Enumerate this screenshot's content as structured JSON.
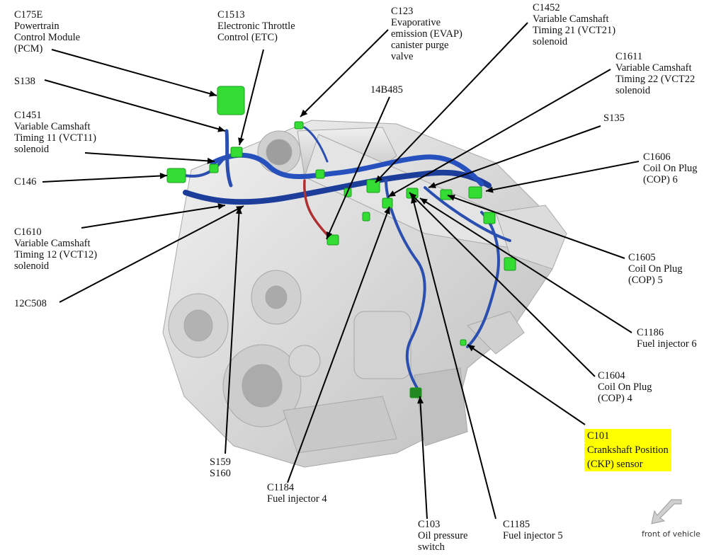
{
  "labels": [
    {
      "id": "c175e",
      "lines": [
        "C175E",
        "Powertrain",
        "Control Module",
        "(PCM)"
      ]
    },
    {
      "id": "c1513",
      "lines": [
        "C1513",
        "Electronic Throttle",
        "Control (ETC)"
      ]
    },
    {
      "id": "c123",
      "lines": [
        "C123",
        "Evaporative",
        "emission (EVAP)",
        "canister purge",
        "valve"
      ]
    },
    {
      "id": "c1452",
      "lines": [
        "C1452",
        "Variable Camshaft",
        "Timing 21 (VCT21)",
        "solenoid"
      ]
    },
    {
      "id": "c1611",
      "lines": [
        "C1611",
        "Variable Camshaft",
        "Timing 22 (VCT22",
        "solenoid"
      ]
    },
    {
      "id": "s138",
      "lines": [
        "S138"
      ]
    },
    {
      "id": "14b485",
      "lines": [
        "14B485"
      ]
    },
    {
      "id": "s135",
      "lines": [
        "S135"
      ]
    },
    {
      "id": "c1451",
      "lines": [
        "C1451",
        "Variable Camshaft",
        "Timing 11 (VCT11)",
        "solenoid"
      ]
    },
    {
      "id": "c1606",
      "lines": [
        "C1606",
        "Coil On Plug",
        "(COP) 6"
      ]
    },
    {
      "id": "c146",
      "lines": [
        "C146"
      ]
    },
    {
      "id": "c1610",
      "lines": [
        "C1610",
        "Variable Camshaft",
        "Timing 12 (VCT12)",
        "solenoid"
      ]
    },
    {
      "id": "c1605",
      "lines": [
        "C1605",
        "Coil On Plug",
        "(COP) 5"
      ]
    },
    {
      "id": "12c508",
      "lines": [
        "12C508"
      ]
    },
    {
      "id": "c1186",
      "lines": [
        "C1186",
        "Fuel injector 6"
      ]
    },
    {
      "id": "c1604",
      "lines": [
        "C1604",
        "Coil On Plug",
        "(COP) 4"
      ]
    },
    {
      "id": "c101",
      "lines": [
        "C101",
        "Crankshaft Position",
        "(CKP) sensor"
      ],
      "highlight": true
    },
    {
      "id": "s159",
      "lines": [
        "S159",
        "S160"
      ]
    },
    {
      "id": "c1184",
      "lines": [
        "C1184",
        "Fuel injector 4"
      ]
    },
    {
      "id": "c103",
      "lines": [
        "C103",
        "Oil pressure",
        "switch"
      ]
    },
    {
      "id": "c1185",
      "lines": [
        "C1185",
        "Fuel injector 5"
      ]
    }
  ],
  "front_of_vehicle": "front of vehicle",
  "colors": {
    "connector": "#33dd33",
    "harness": "#2a4fb0",
    "engine": "#d9d9d9",
    "highlight": "#ffff00",
    "ground_wire": "#b03030"
  }
}
